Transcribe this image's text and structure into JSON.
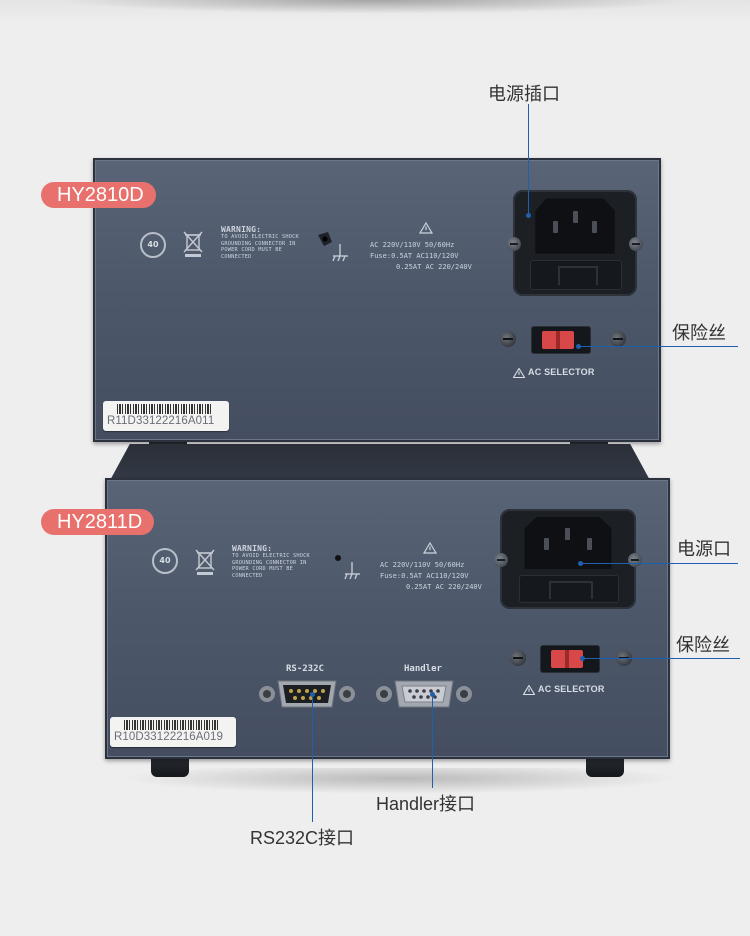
{
  "devices": [
    {
      "model": "HY2810D",
      "warning": {
        "title": "WARNING:",
        "lines": [
          "TO AVOID ELECTRIC SHOCK",
          "GROUNDING CONNECTOR IN",
          "POWER CORD MUST BE",
          "CONNECTED"
        ]
      },
      "power_spec": [
        "AC 220V/110V 50/60Hz",
        "Fuse:0.5AT AC110/120V",
        "0.25AT AC 220/240V"
      ],
      "ac_selector": "AC SELECTOR",
      "serial_number": "R11D33122216A011",
      "cert_mark": "40"
    },
    {
      "model": "HY2811D",
      "warning": {
        "title": "WARNING:",
        "lines": [
          "TO AVOID ELECTRIC SHOCK",
          "GROUNDING CONNECTOR IN",
          "POWER CORD MUST BE",
          "CONNECTED"
        ]
      },
      "power_spec": [
        "AC 220V/110V 50/60Hz",
        "Fuse:0.5AT AC110/120V",
        "0.25AT AC 220/240V"
      ],
      "ac_selector": "AC SELECTOR",
      "serial_number": "R10D33122216A019",
      "cert_mark": "40",
      "ports": {
        "rs232": "RS-232C",
        "handler": "Handler"
      }
    }
  ],
  "annotations": {
    "top_power_inlet": "电源插口",
    "top_fuse": "保险丝",
    "bottom_power_inlet": "电源口",
    "bottom_fuse": "保险丝",
    "handler_port": "Handler接口",
    "rs232_port": "RS232C接口"
  },
  "colors": {
    "badge": "#e8706d",
    "leader_line": "#1f5fb0",
    "panel": "#525d70"
  }
}
